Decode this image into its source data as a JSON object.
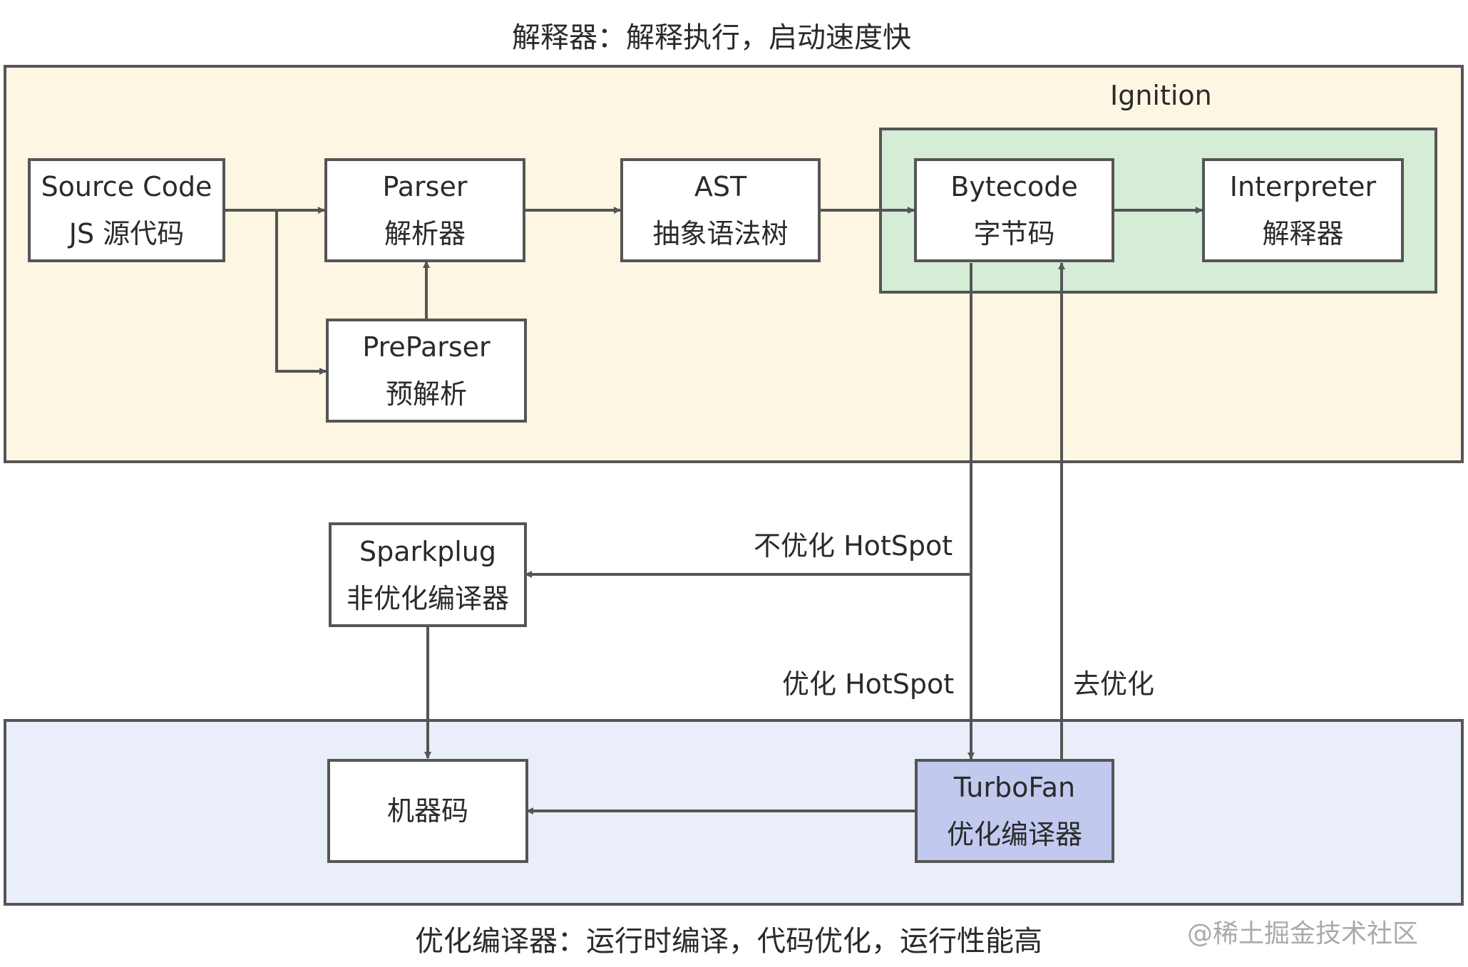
{
  "captions": {
    "top": "解释器：解释执行，启动速度快",
    "bottom": "优化编译器：运行时编译，代码优化，运行性能高"
  },
  "ignition": {
    "label": "Ignition"
  },
  "nodes": {
    "source": {
      "line1": "Source Code",
      "line2": "JS 源代码"
    },
    "parser": {
      "line1": "Parser",
      "line2": "解析器"
    },
    "ast": {
      "line1": "AST",
      "line2": "抽象语法树"
    },
    "bytecode": {
      "line1": "Bytecode",
      "line2": "字节码"
    },
    "interpreter": {
      "line1": "Interpreter",
      "line2": "解释器"
    },
    "preparser": {
      "line1": "PreParser",
      "line2": "预解析"
    },
    "sparkplug": {
      "line1": "Sparkplug",
      "line2": "非优化编译器"
    },
    "machinecode": {
      "line1": "机器码"
    },
    "turbofan": {
      "line1": "TurboFan",
      "line2": "优化编译器"
    }
  },
  "edge_labels": {
    "not_optimized": "不优化 HotSpot",
    "optimized": "优化 HotSpot",
    "deoptimize": "去优化"
  },
  "watermark": "@稀土掘金技术社区",
  "colors": {
    "interpreter_region": "#fdf6e3",
    "ignition_region": "#d5ecd7",
    "compiler_region": "#e9eefa",
    "turbofan_fill": "#c1c9ef",
    "stroke": "#555555"
  }
}
